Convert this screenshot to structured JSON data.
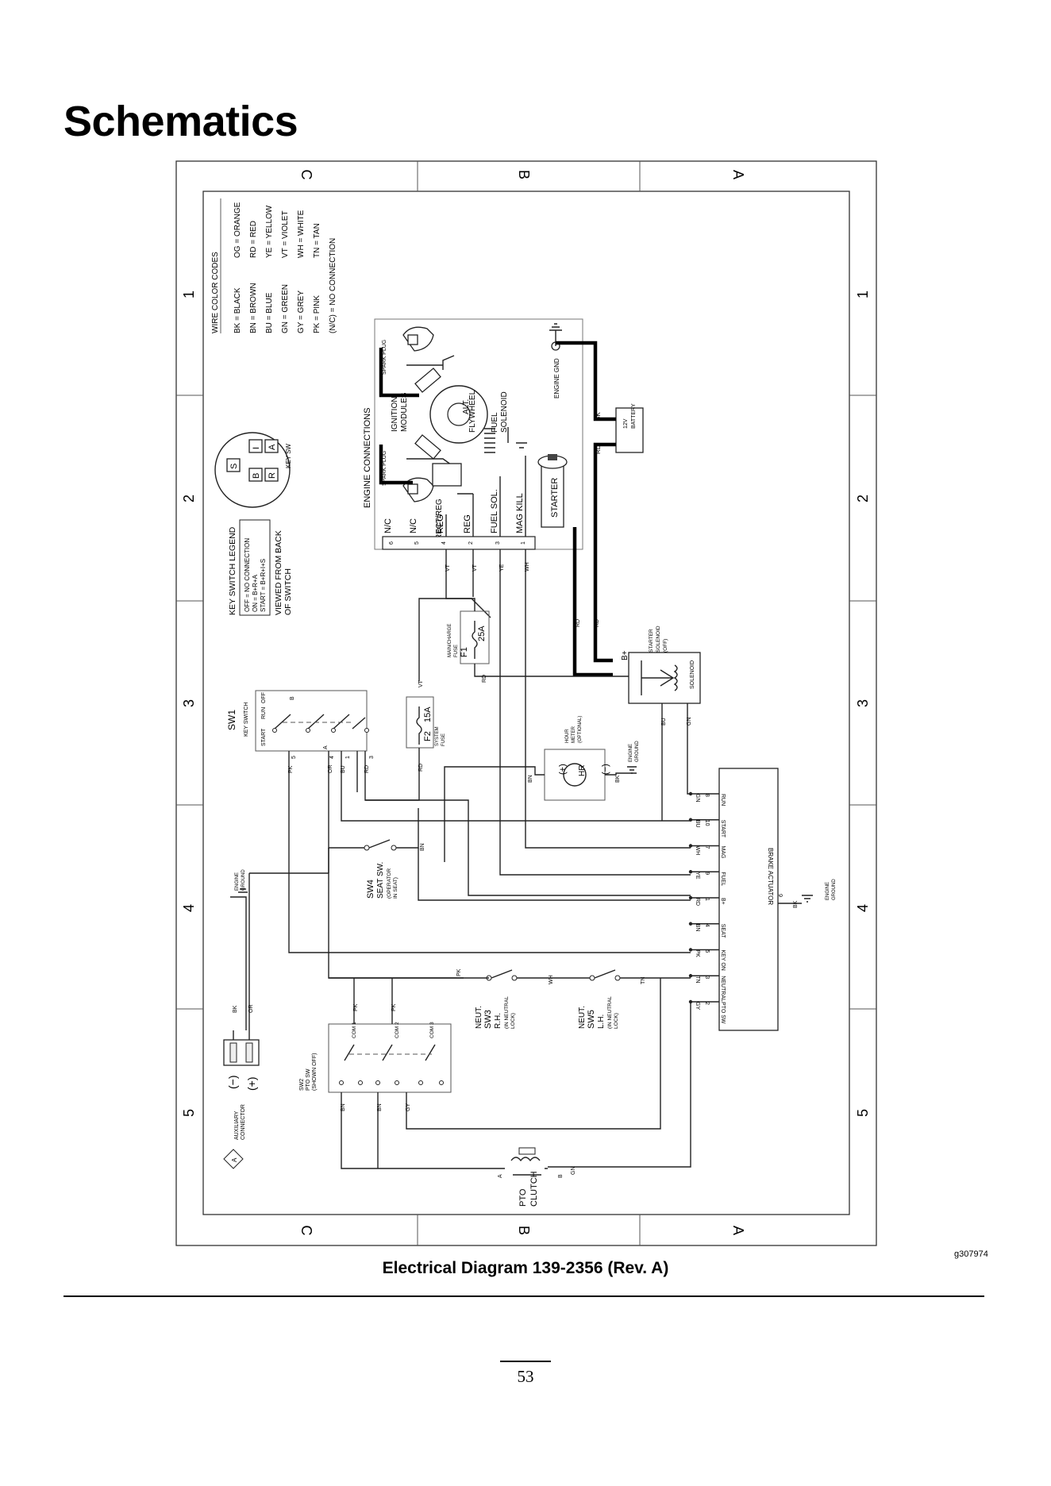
{
  "page": {
    "title": "Schematics",
    "caption": "Electrical Diagram 139-2356 (Rev.  A)",
    "figure_id": "g307974",
    "page_number": "53"
  },
  "grid": {
    "columns": [
      "C",
      "B",
      "A"
    ],
    "rows": [
      "1",
      "2",
      "3",
      "4",
      "5"
    ]
  },
  "wire_color_codes": {
    "heading": "WIRE COLOR CODES",
    "left": [
      "BK = BLACK",
      "BN = BROWN",
      "BU = BLUE",
      "GN = GREEN",
      "GY = GREY",
      "PK = PINK"
    ],
    "right": [
      "OG = ORANGE",
      "RD = RED",
      "YE = YELLOW",
      "VT = VIOLET",
      "WH = WHITE",
      "TN = TAN"
    ],
    "note": "(N/C) = NO CONNECTION"
  },
  "key_switch_legend": {
    "heading": "KEY SWITCH LEGEND",
    "lines": [
      "OFF    = NO CONNECTION",
      "ON     = B+R+A",
      "START  = B+R+I+S"
    ],
    "view": [
      "VIEWED FROM BACK",
      "OF SWITCH"
    ],
    "terminals": [
      "S",
      "I",
      "B",
      "R",
      "A"
    ],
    "label": "KEY SW"
  },
  "engine": {
    "heading": "ENGINE CONNECTIONS",
    "spark_plug": "SPARK PLUG",
    "ignition": [
      "IGNITION",
      "MODULES"
    ],
    "alt": "ALT.",
    "flywheel": "FLYWHEEL",
    "fuel_solenoid": [
      "FUEL",
      "SOLENOID"
    ],
    "rect": "RECT/REG",
    "engine_gnd": "ENGINE GND",
    "starter": "STARTER",
    "pins": [
      {
        "num": "6",
        "label": "N/C"
      },
      {
        "num": "5",
        "label": "N/C"
      },
      {
        "num": "4",
        "label": "REG"
      },
      {
        "num": "2",
        "label": "REG"
      },
      {
        "num": "3",
        "label": "FUEL SOL."
      },
      {
        "num": "1",
        "label": "MAG KILL"
      }
    ]
  },
  "battery": {
    "label": [
      "12V",
      "BATTERY"
    ],
    "wires": [
      "BK",
      "RD"
    ]
  },
  "fuses": {
    "f1": {
      "id": "F1",
      "rating": "25A",
      "label": [
        "MAIN/CHARGE",
        "FUSE"
      ]
    },
    "f2": {
      "id": "F2",
      "rating": "15A",
      "label": [
        "SYSTEM",
        "FUSE"
      ]
    }
  },
  "starter_solenoid": {
    "label": [
      "STARTER",
      "SOLENOID",
      "(OFF)"
    ],
    "b_plus": "B+",
    "coil": "SOLENOID"
  },
  "sw1": {
    "id": "SW1",
    "name": "KEY SWITCH",
    "positions": [
      "START",
      "RUN",
      "OFF"
    ],
    "terminals": [
      "5",
      "A",
      "4",
      "1",
      "3"
    ],
    "b": "B"
  },
  "hour_meter": {
    "label": [
      "HOUR",
      "METER",
      "(OPTIONAL)"
    ],
    "symbol": "HR",
    "plus": "(+)",
    "minus": "(−)"
  },
  "brake_actuator": {
    "title": "BRAKE ACTUATOR",
    "pins": [
      {
        "num": "8",
        "name": "RUN",
        "wire": "GN"
      },
      {
        "num": "10",
        "name": "START",
        "wire": "BU"
      },
      {
        "num": "7",
        "name": "MAG",
        "wire": "WH"
      },
      {
        "num": "9",
        "name": "FUEL",
        "wire": "YE"
      },
      {
        "num": "1",
        "name": "B+",
        "wire": "RD"
      },
      {
        "num": "4",
        "name": "SEAT",
        "wire": "BN"
      },
      {
        "num": "5",
        "name": "KEY ON",
        "wire": "PK"
      },
      {
        "num": "3",
        "name": "NEUTRAL",
        "wire": "TN"
      },
      {
        "num": "2",
        "name": "PTO SW",
        "wire": "GY"
      }
    ],
    "ground_pin": "6",
    "ground_wire": "BK"
  },
  "sw4": {
    "id": "SW4",
    "name": "SEAT SW.",
    "note": [
      "(OPERATOR",
      "IN SEAT)"
    ]
  },
  "sw3": {
    "id": "SW3",
    "name": "NEUT.",
    "side": "R.H.",
    "note": [
      "(IN NEUTRAL",
      "LOCK)"
    ]
  },
  "sw5": {
    "id": "SW5",
    "name": "NEUT.",
    "side": "L.H.",
    "note": [
      "(IN NEUTRAL",
      "LOCK)"
    ]
  },
  "sw2": {
    "id": "SW2",
    "name": "PTO SW",
    "note": "(SHOWN OFF)",
    "coms": [
      "COM 1",
      "COM 2",
      "COM 3"
    ]
  },
  "aux_connector": {
    "label": [
      "AUXILIARY",
      "CONNECTOR"
    ],
    "minus": "(−)",
    "plus": "(+)",
    "marker": "A"
  },
  "pto_clutch": {
    "label": [
      "PTO",
      "CLUTCH"
    ],
    "a": "A",
    "b": "B"
  },
  "engine_ground": [
    "ENGINE",
    "GROUND"
  ],
  "wire_labels": {
    "vt": "VT",
    "ye": "YE",
    "wh": "WH",
    "rd": "RD",
    "bu": "BU",
    "gn": "GN",
    "bn": "BN",
    "bk": "BK",
    "pk": "PK",
    "or": "OR",
    "gy": "GY",
    "tn": "TN"
  }
}
